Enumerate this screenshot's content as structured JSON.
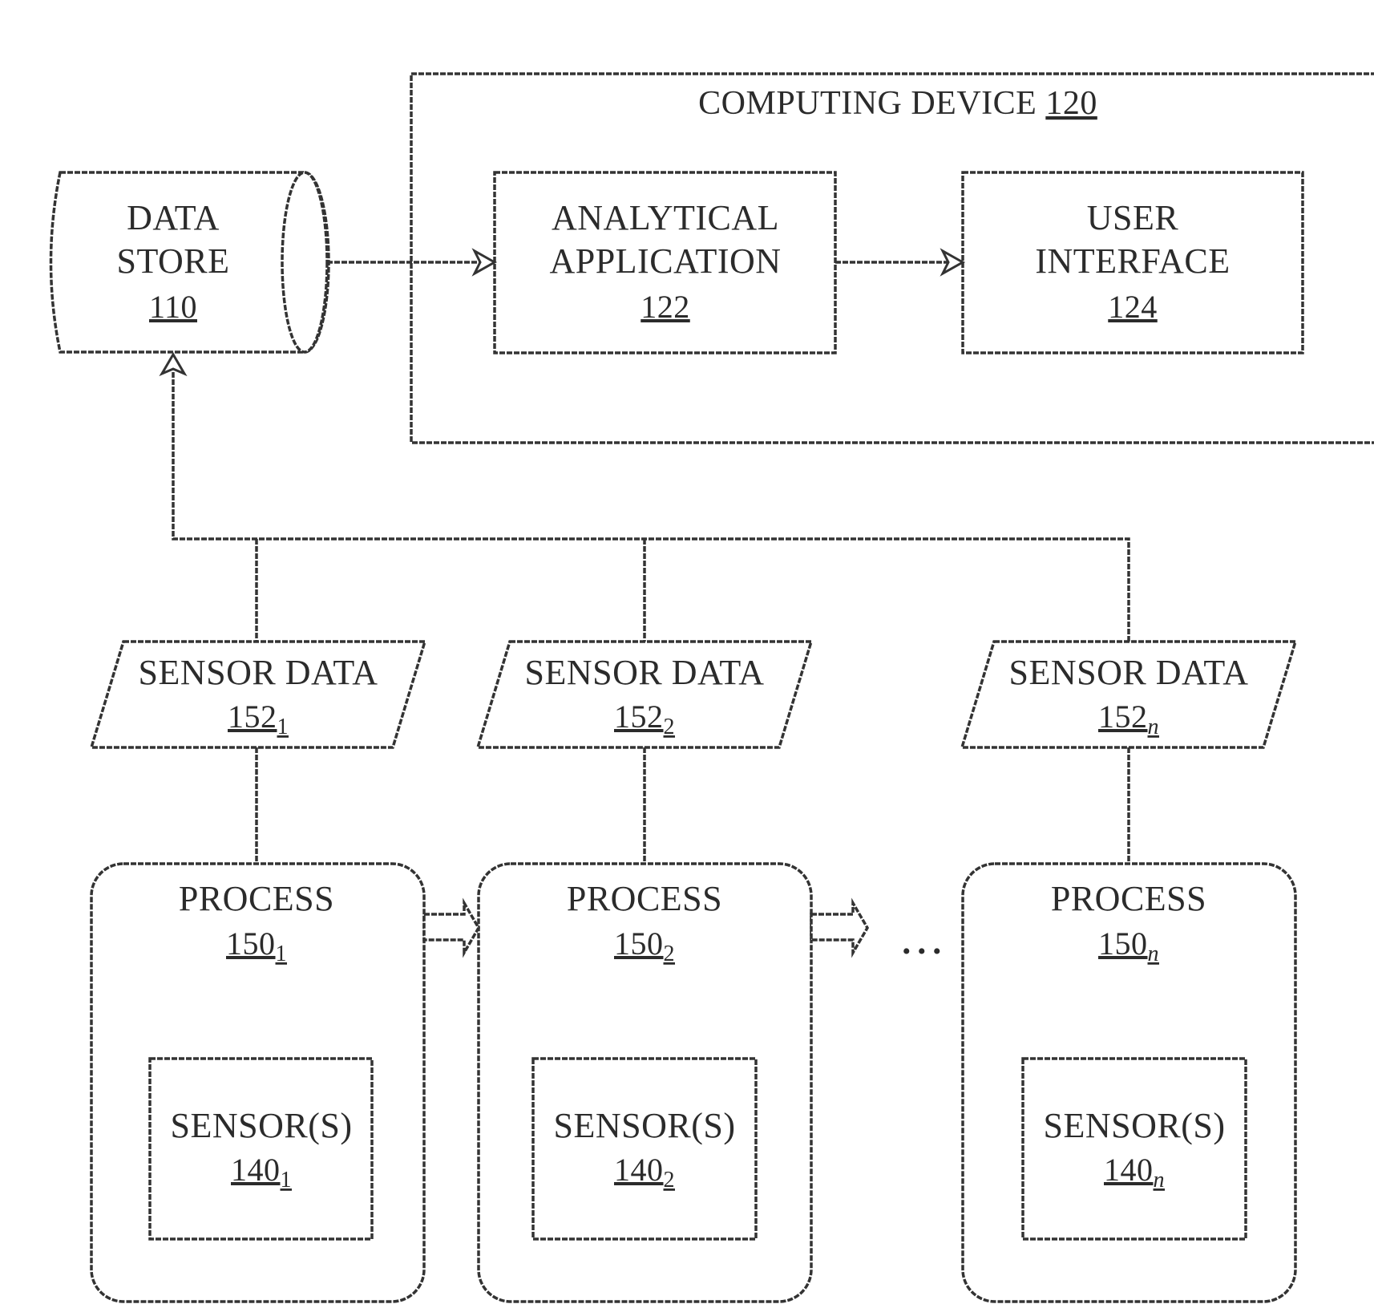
{
  "computing_device": {
    "label": "COMPUTING DEVICE",
    "ref": "120"
  },
  "data_store": {
    "line1": "DATA",
    "line2": "STORE",
    "ref": "110"
  },
  "analytical_app": {
    "line1": "ANALYTICAL",
    "line2": "APPLICATION",
    "ref": "122"
  },
  "user_interface": {
    "line1": "USER",
    "line2": "INTERFACE",
    "ref": "124"
  },
  "sensor_data": [
    {
      "label": "SENSOR DATA",
      "ref": "152",
      "sub": "1"
    },
    {
      "label": "SENSOR DATA",
      "ref": "152",
      "sub": "2"
    },
    {
      "label": "SENSOR DATA",
      "ref": "152",
      "sub": "n"
    }
  ],
  "processes": [
    {
      "label": "PROCESS",
      "ref": "150",
      "sub": "1"
    },
    {
      "label": "PROCESS",
      "ref": "150",
      "sub": "2"
    },
    {
      "label": "PROCESS",
      "ref": "150",
      "sub": "n"
    }
  ],
  "sensors": [
    {
      "label": "SENSOR(S)",
      "ref": "140",
      "sub": "1"
    },
    {
      "label": "SENSOR(S)",
      "ref": "140",
      "sub": "2"
    },
    {
      "label": "SENSOR(S)",
      "ref": "140",
      "sub": "n"
    }
  ],
  "ellipsis": "• • •"
}
